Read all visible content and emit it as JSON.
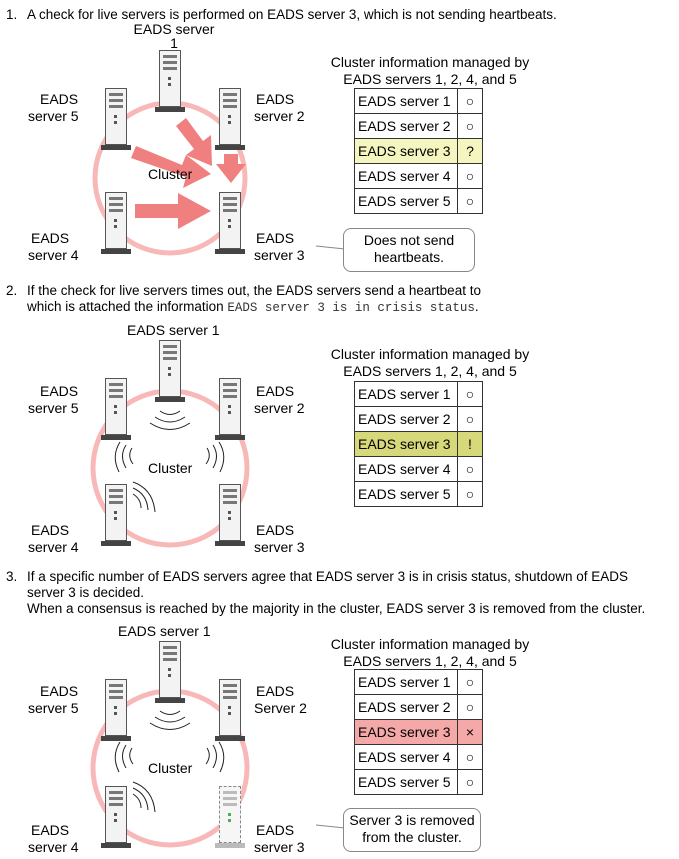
{
  "steps": [
    {
      "number": "1.",
      "text": "A check for live servers is performed on EADS server 3, which is not sending heartbeats.",
      "servers": {
        "top": "EADS server\n1",
        "right_upper_1": "EADS",
        "right_upper_2": "server 2",
        "left_upper_1": "EADS",
        "left_upper_2": "server 5",
        "left_lower_1": "EADS",
        "left_lower_2": "server 4",
        "right_lower_1": "EADS",
        "right_lower_2": "server 3"
      },
      "cluster_label": "Cluster",
      "table_title": "Cluster information managed by\nEADS servers 1, 2, 4, and 5",
      "rows": [
        {
          "name": "EADS server 1",
          "mark": "○"
        },
        {
          "name": "EADS server 2",
          "mark": "○"
        },
        {
          "name": "EADS server 3",
          "mark": "?"
        },
        {
          "name": "EADS server 4",
          "mark": "○"
        },
        {
          "name": "EADS server 5",
          "mark": "○"
        }
      ],
      "callout": "Does not send\nheartbeats."
    },
    {
      "number": "2.",
      "text_a": "If the check for live servers times out, the EADS servers send a heartbeat to",
      "text_b": "which is attached the information ",
      "text_code": "EADS server 3 is in crisis status",
      "text_c": ".",
      "servers": {
        "top": "EADS server 1",
        "right_upper_1": "EADS",
        "right_upper_2": "server 2",
        "left_upper_1": "EADS",
        "left_upper_2": "server 5",
        "left_lower_1": "EADS",
        "left_lower_2": "server 4",
        "right_lower_1": "EADS",
        "right_lower_2": "server 3"
      },
      "cluster_label": "Cluster",
      "table_title": "Cluster information managed by\nEADS servers 1, 2, 4, and 5",
      "rows": [
        {
          "name": "EADS server 1",
          "mark": "○"
        },
        {
          "name": "EADS server 2",
          "mark": "○"
        },
        {
          "name": "EADS server 3",
          "mark": "!"
        },
        {
          "name": "EADS server 4",
          "mark": "○"
        },
        {
          "name": "EADS server 5",
          "mark": "○"
        }
      ]
    },
    {
      "number": "3.",
      "text_a": "If a specific number of EADS servers agree that EADS server 3 is in crisis status, shutdown of EADS",
      "text_b": "server 3 is decided.",
      "text_c": "When a consensus is reached by the majority in the cluster, EADS server 3 is removed from the cluster.",
      "servers": {
        "top": "EADS server 1",
        "right_upper_1": "EADS",
        "right_upper_2": "Server 2",
        "left_upper_1": "EADS",
        "left_upper_2": "server 5",
        "left_lower_1": "EADS",
        "left_lower_2": "server 4",
        "right_lower_1": "EADS",
        "right_lower_2": "server 3"
      },
      "cluster_label": "Cluster",
      "table_title": "Cluster information managed by\nEADS servers 1, 2, 4, and 5",
      "rows": [
        {
          "name": "EADS server 1",
          "mark": "○"
        },
        {
          "name": "EADS server 2",
          "mark": "○"
        },
        {
          "name": "EADS server 3",
          "mark": "×"
        },
        {
          "name": "EADS server 4",
          "mark": "○"
        },
        {
          "name": "EADS server 5",
          "mark": "○"
        }
      ],
      "callout": "Server 3 is removed\nfrom the cluster."
    }
  ],
  "colors": {
    "cluster_ring": "#f8b8b8",
    "arrow": "#f08080",
    "warn_row": "#f5f5c0",
    "crisis_row": "#d6d87a",
    "removed_row": "#f4a8a8"
  }
}
